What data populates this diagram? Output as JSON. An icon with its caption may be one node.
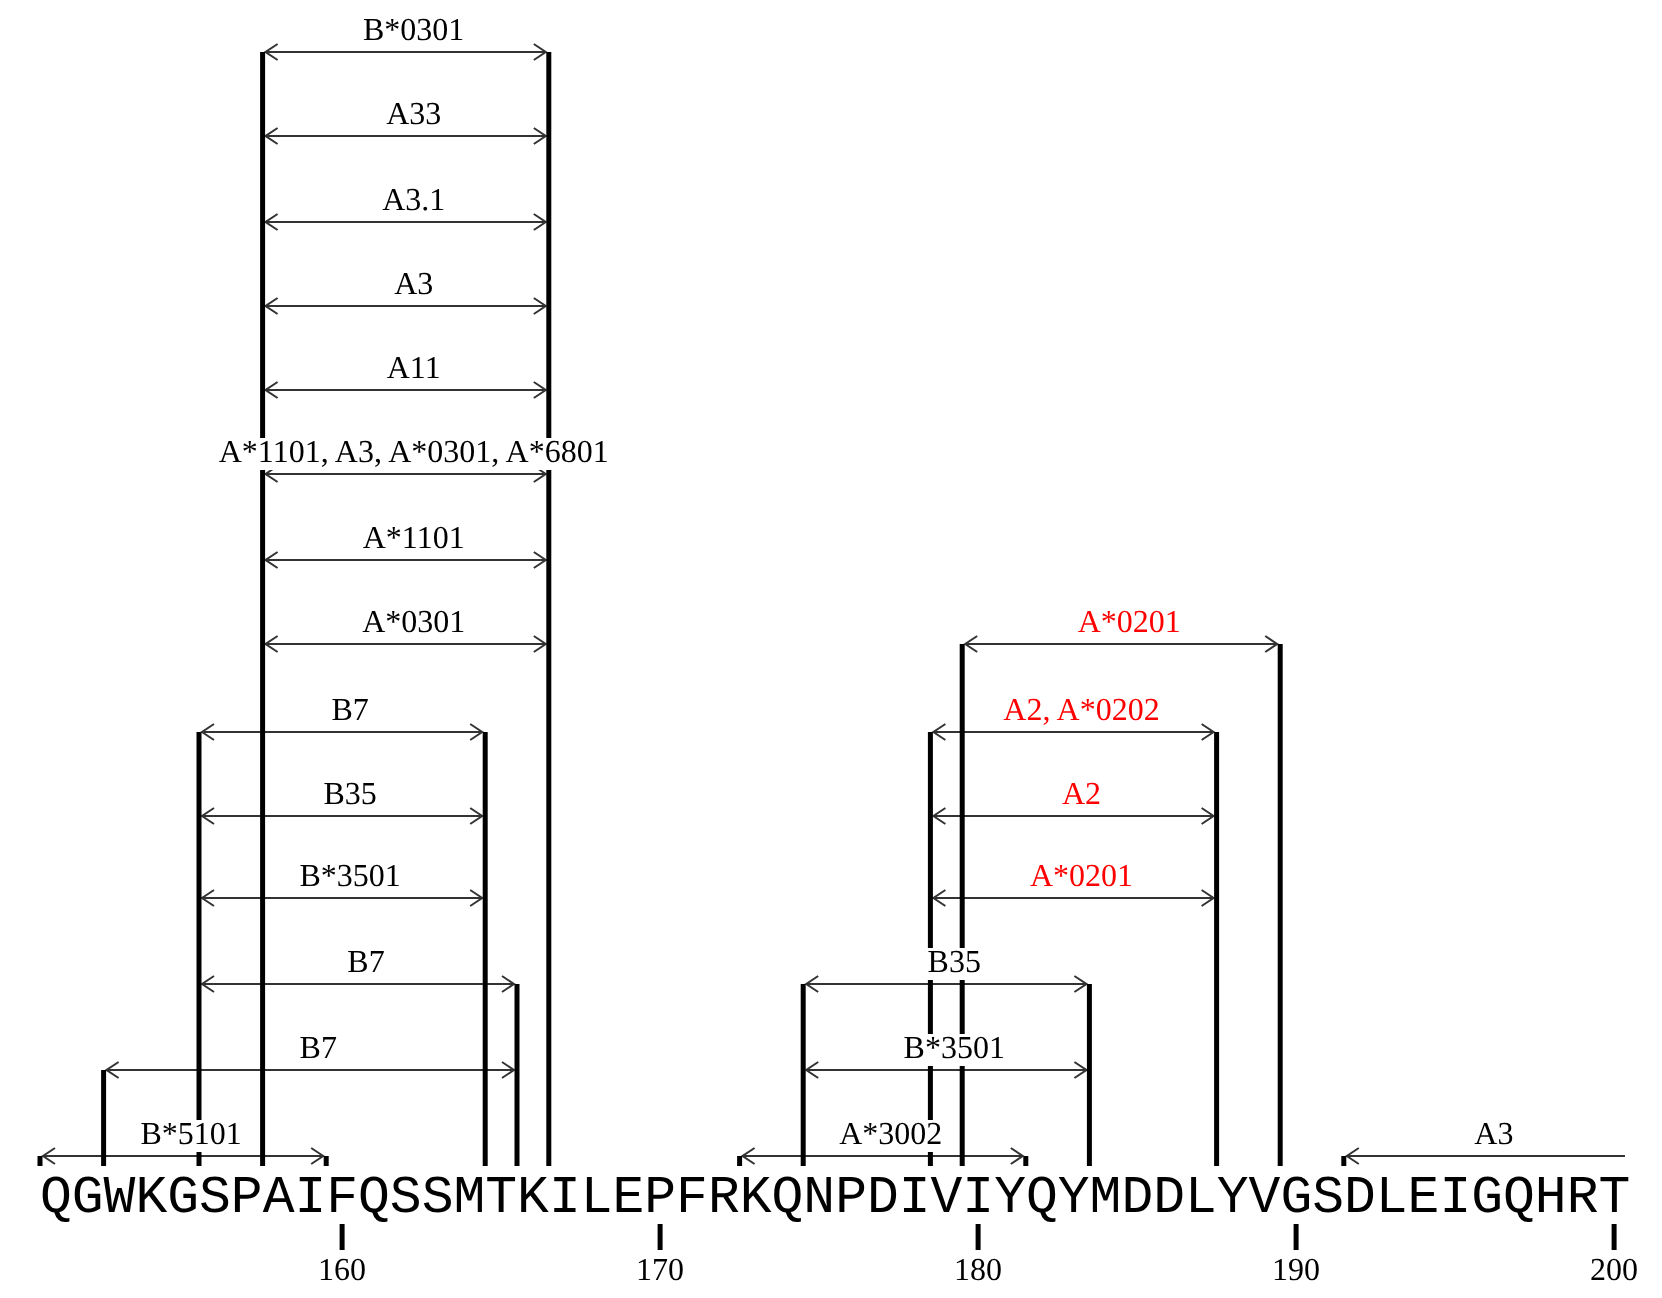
{
  "diagram": {
    "labels": [
      "B*0301",
      "A33",
      "A3.1",
      "A3",
      "A11",
      "A*1101, A3, A*0301, A*6801",
      "A*1101",
      "A*0301",
      "A*0201",
      "B7",
      "A2, A*0202",
      "B35",
      "A2",
      "B*3501",
      "A*0201",
      "B7",
      "B35",
      "B7",
      "B*3501",
      "B*5101",
      "A*3002",
      "A3",
      "QGWKGSPAIFQSSMTKILEPFRKQNPDIVIYQYMDDLYVGSDLEIGQHRT",
      "160",
      "170",
      "180",
      "190",
      "200"
    ]
  }
}
